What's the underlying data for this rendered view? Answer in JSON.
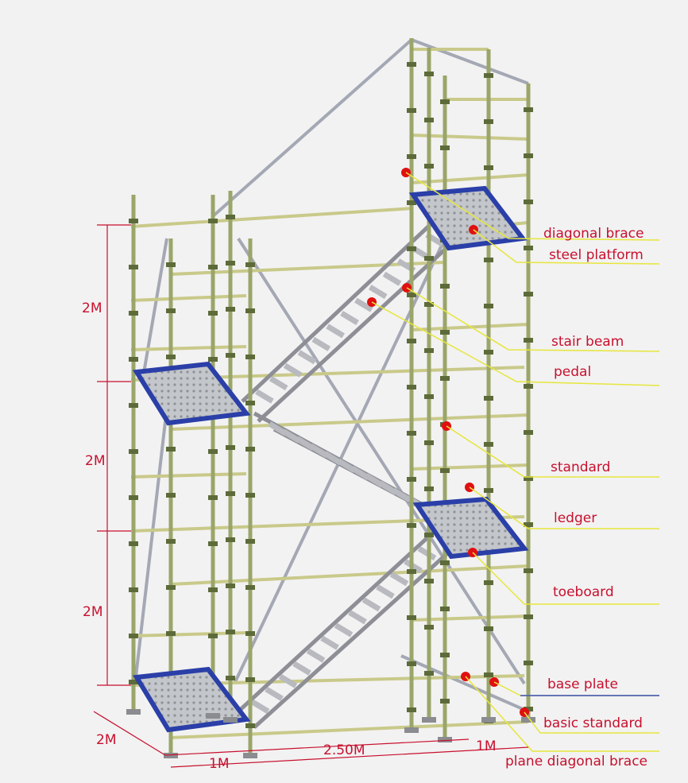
{
  "colors": {
    "background": "#f2f2f2",
    "tube": "#9aa56a",
    "tube_dark": "#5d6b3a",
    "ledger": "#c9c98a",
    "brace": "#a4a8b4",
    "platform": "#2b3fa8",
    "platform_deck": "#bfc2c6",
    "label": "#c8102e",
    "leader": "#e6e63c",
    "dim_line": "#c8102e"
  },
  "labels": [
    {
      "id": "diagonal-brace",
      "text": "diagonal brace"
    },
    {
      "id": "steel-platform",
      "text": "steel platform"
    },
    {
      "id": "stair-beam",
      "text": "stair beam"
    },
    {
      "id": "pedal",
      "text": "pedal"
    },
    {
      "id": "standard",
      "text": "standard"
    },
    {
      "id": "ledger",
      "text": "ledger"
    },
    {
      "id": "toeboard",
      "text": "toeboard"
    },
    {
      "id": "base-plate",
      "text": "base plate"
    },
    {
      "id": "basic-standard",
      "text": "basic standard"
    },
    {
      "id": "plane-diagonal-brace",
      "text": "plane diagonal brace"
    }
  ],
  "dimensions": {
    "height_top": "2M",
    "height_mid": "2M",
    "height_bottom": "2M",
    "depth": "2M",
    "width_left": "1M",
    "width_mid": "2.50M",
    "width_right": "1M"
  }
}
